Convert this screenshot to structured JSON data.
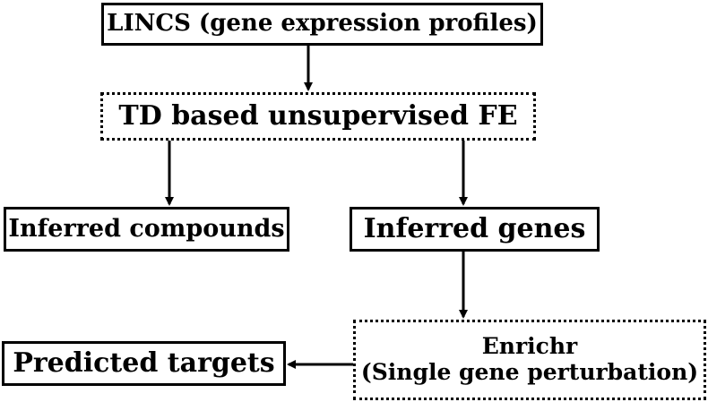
{
  "diagram": {
    "nodes": {
      "lincs": {
        "label": "LINCS (gene expression profiles)",
        "style": "solid"
      },
      "td_fe": {
        "label": "TD based unsupervised FE",
        "style": "dotted"
      },
      "compounds": {
        "label": "Inferred compounds",
        "style": "solid"
      },
      "genes": {
        "label": "Inferred genes",
        "style": "solid"
      },
      "enrichr": {
        "label_line1": "Enrichr",
        "label_line2": "(Single gene perturbation)",
        "style": "dotted"
      },
      "targets": {
        "label": "Predicted targets",
        "style": "solid"
      }
    },
    "edges": [
      {
        "from": "lincs",
        "to": "td_fe"
      },
      {
        "from": "td_fe",
        "to": "compounds"
      },
      {
        "from": "td_fe",
        "to": "genes"
      },
      {
        "from": "genes",
        "to": "enrichr"
      },
      {
        "from": "enrichr",
        "to": "targets"
      }
    ],
    "colors": {
      "stroke": "#000000",
      "background": "#ffffff"
    }
  }
}
